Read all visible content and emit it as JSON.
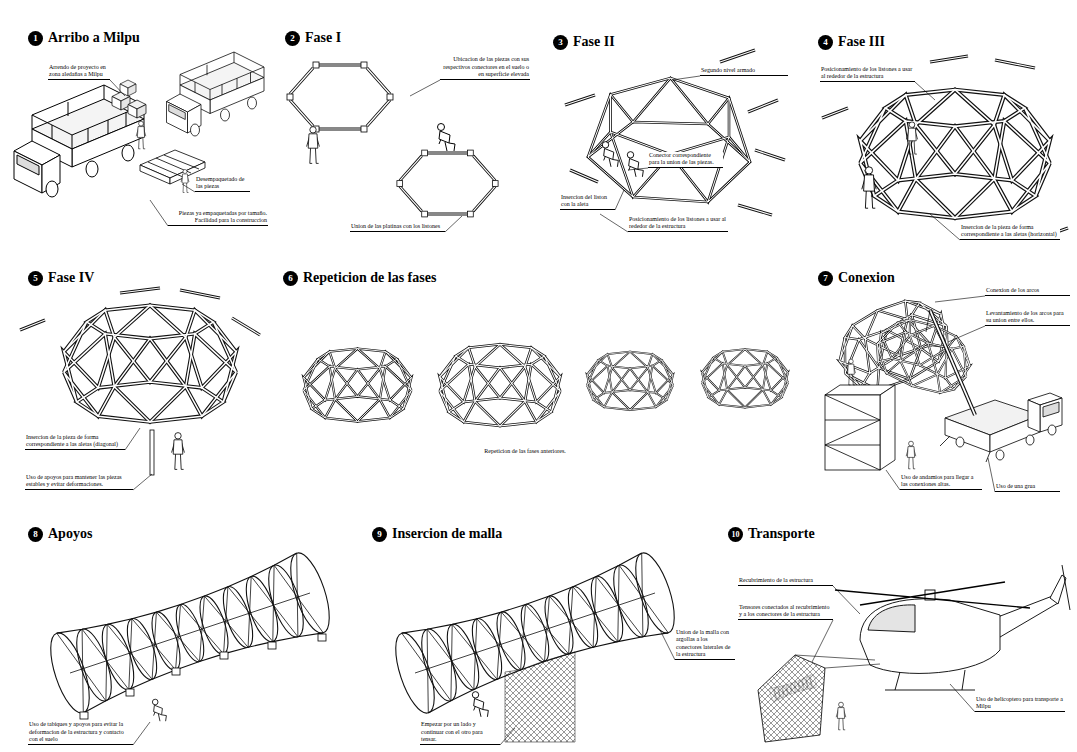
{
  "diagram": {
    "nodes": [
      {
        "text": [
          "1",
          "Arribo a Milpu"
        ]
      },
      {
        "text": [
          "2",
          "Fase I"
        ]
      },
      {
        "text": [
          "3",
          "Fase II"
        ]
      },
      {
        "text": [
          "4",
          "Fase III"
        ]
      },
      {
        "text": [
          "5",
          "Fase IV"
        ]
      },
      {
        "text": [
          "6",
          "Repeticion de las fases"
        ]
      },
      {
        "text": [
          "7",
          "Conexion"
        ]
      },
      {
        "text": [
          "8",
          "Apoyos"
        ]
      },
      {
        "text": [
          "9",
          "Insercion de malla"
        ]
      },
      {
        "text": [
          "10",
          "Transporte"
        ]
      }
    ],
    "labels": [
      "Arrendo de proyecto en zona aledañas a Milpu",
      "Desempaquetado de las piezas",
      "Piezas ya empaquetadas por tamaño. Facilidad para la construccion",
      "Ubicacion de las piezas con sus respectivos conectores en el suelo o en superficie elevada",
      "Union de las platinas con los listones",
      "Segundo nivel armado",
      "Conector correspondiente para la union de las piezas.",
      "Insercion del liston con la aleta",
      "Posicionamiento de los listones a usar al rededor de la estructura",
      "Posicionamiento de los listones a usar al rededor de la estructura",
      "Insercion de la pieza de forma correspondiente a las aletas (horizontal)",
      "Insercion de la pieza de forma correspondiente a las aletas (diagonal)",
      "Uso de apoyos para mantener las piezas estables y evitar deformaciones.",
      "Repeticion de las fases anteriores.",
      "Conexion de los arcos",
      "Levantamiento de los arcos para su union entre ellos.",
      "Uso de andamios para llegar a las conexiones altas.",
      "Uso de una grua",
      "Uso de tabiques y apoyos para evitar la deformacion de la estructura y contacto con el suelo",
      "Union de la malla con argollas a los conectores laterales de la estructura",
      "Empezar por un lado y continuar con el otro para tensar.",
      "Recubrimiento de la estructura",
      "Tensores conectados al recubrimiento y a los conectores de la estructura",
      "Uso de helicoptero para transporte a Milpu"
    ]
  }
}
